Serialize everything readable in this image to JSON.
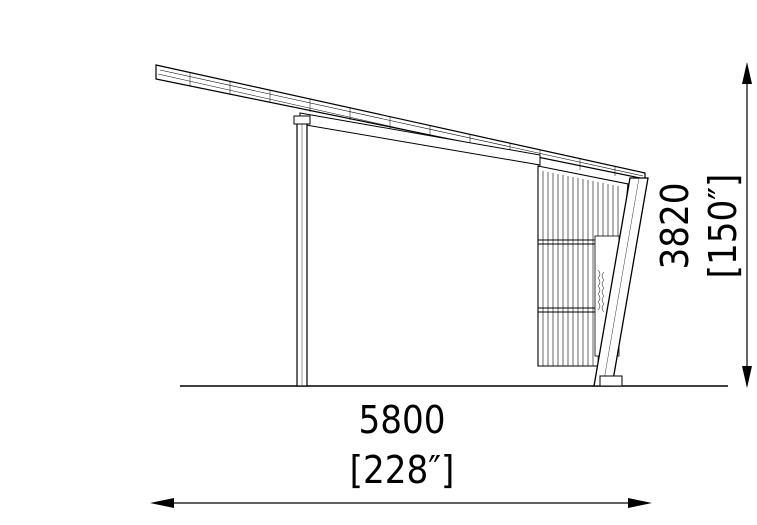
{
  "dimensions": {
    "width_mm": "5800",
    "width_in": "[228″]",
    "height_mm": "3820",
    "height_in": "[150″]"
  },
  "colors": {
    "line": "#000000",
    "background": "#ffffff"
  }
}
